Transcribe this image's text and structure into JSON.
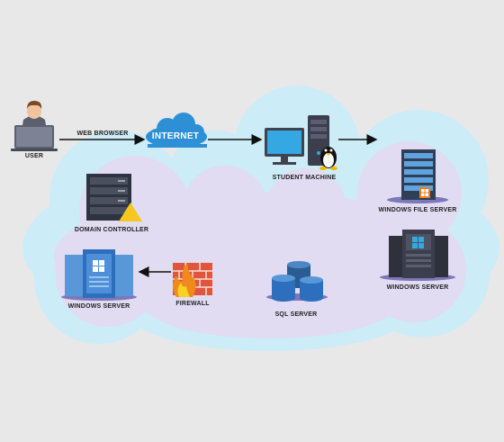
{
  "diagram": {
    "nodes": {
      "user": "USER",
      "internet": "INTERNET",
      "student_machine": "STUDENT MACHINE",
      "windows_file_server": "WINDOWS FILE SERVER",
      "domain_controller": "DOMAIN CONTROLLER",
      "windows_server_left": "WINDOWS SERVER",
      "firewall": "FIREWALL",
      "sql_server": "SQL SERVER",
      "windows_server_right": "WINDOWS SERVER"
    },
    "edges": {
      "user_to_internet": "WEB BROWSER"
    },
    "colors": {
      "background": "#e8e8e8",
      "cloud_outer": "#ccecf7",
      "cloud_inner": "#e1dcf2",
      "accent_blue": "#2d8fd6",
      "server_dark": "#3b3e4c",
      "firewall_brick": "#e2553d",
      "warning_yellow": "#f7c61f"
    }
  }
}
